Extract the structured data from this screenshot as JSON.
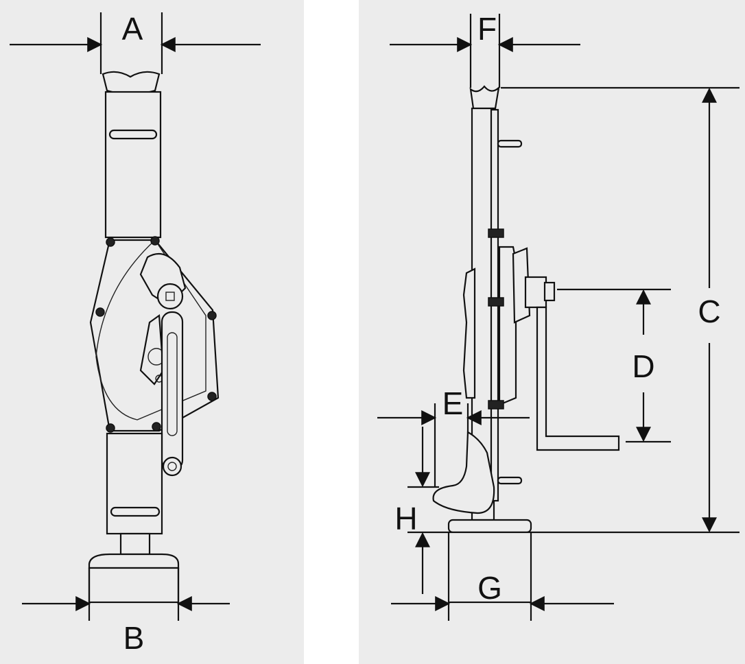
{
  "colors": {
    "panel": "#ececec",
    "gap": "#ffffff",
    "ink": "#111111"
  },
  "front_view": {
    "dimensions": {
      "top_width": "A",
      "base_width": "B"
    }
  },
  "side_view": {
    "dimensions": {
      "head_width": "F",
      "total_height": "C",
      "crank_to_toe": "D",
      "toe_depth": "E",
      "base_depth": "G",
      "toe_height": "H"
    }
  }
}
